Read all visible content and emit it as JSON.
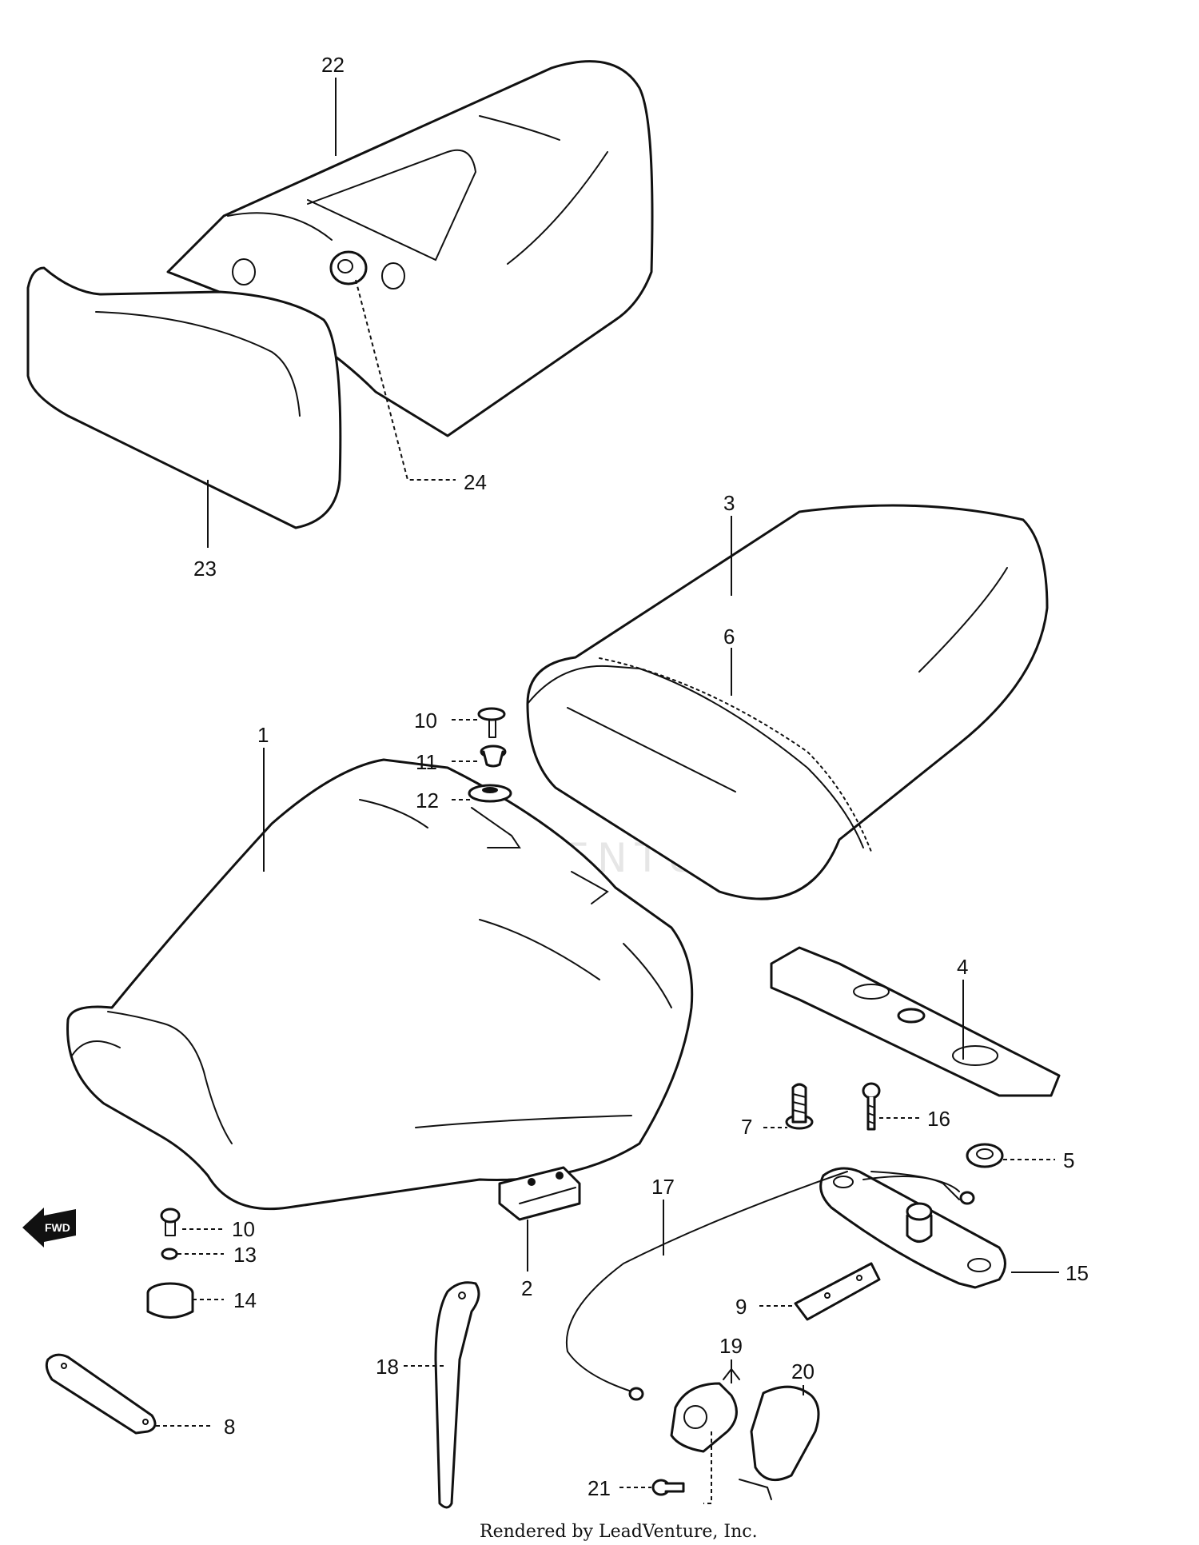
{
  "watermark": {
    "text": "LEADVENTURE"
  },
  "credit": {
    "text": "Rendered by LeadVenture, Inc."
  },
  "fwd": {
    "text": "FWD"
  },
  "callouts": {
    "c1": "1",
    "c2": "2",
    "c3": "3",
    "c4": "4",
    "c5": "5",
    "c6": "6",
    "c7": "7",
    "c8": "8",
    "c9": "9",
    "c10a": "10",
    "c10b": "10",
    "c11": "11",
    "c12": "12",
    "c13": "13",
    "c14": "14",
    "c15": "15",
    "c16": "16",
    "c17": "17",
    "c18": "18",
    "c19": "19",
    "c20": "20",
    "c21": "21",
    "c22": "22",
    "c23": "23",
    "c24": "24"
  }
}
